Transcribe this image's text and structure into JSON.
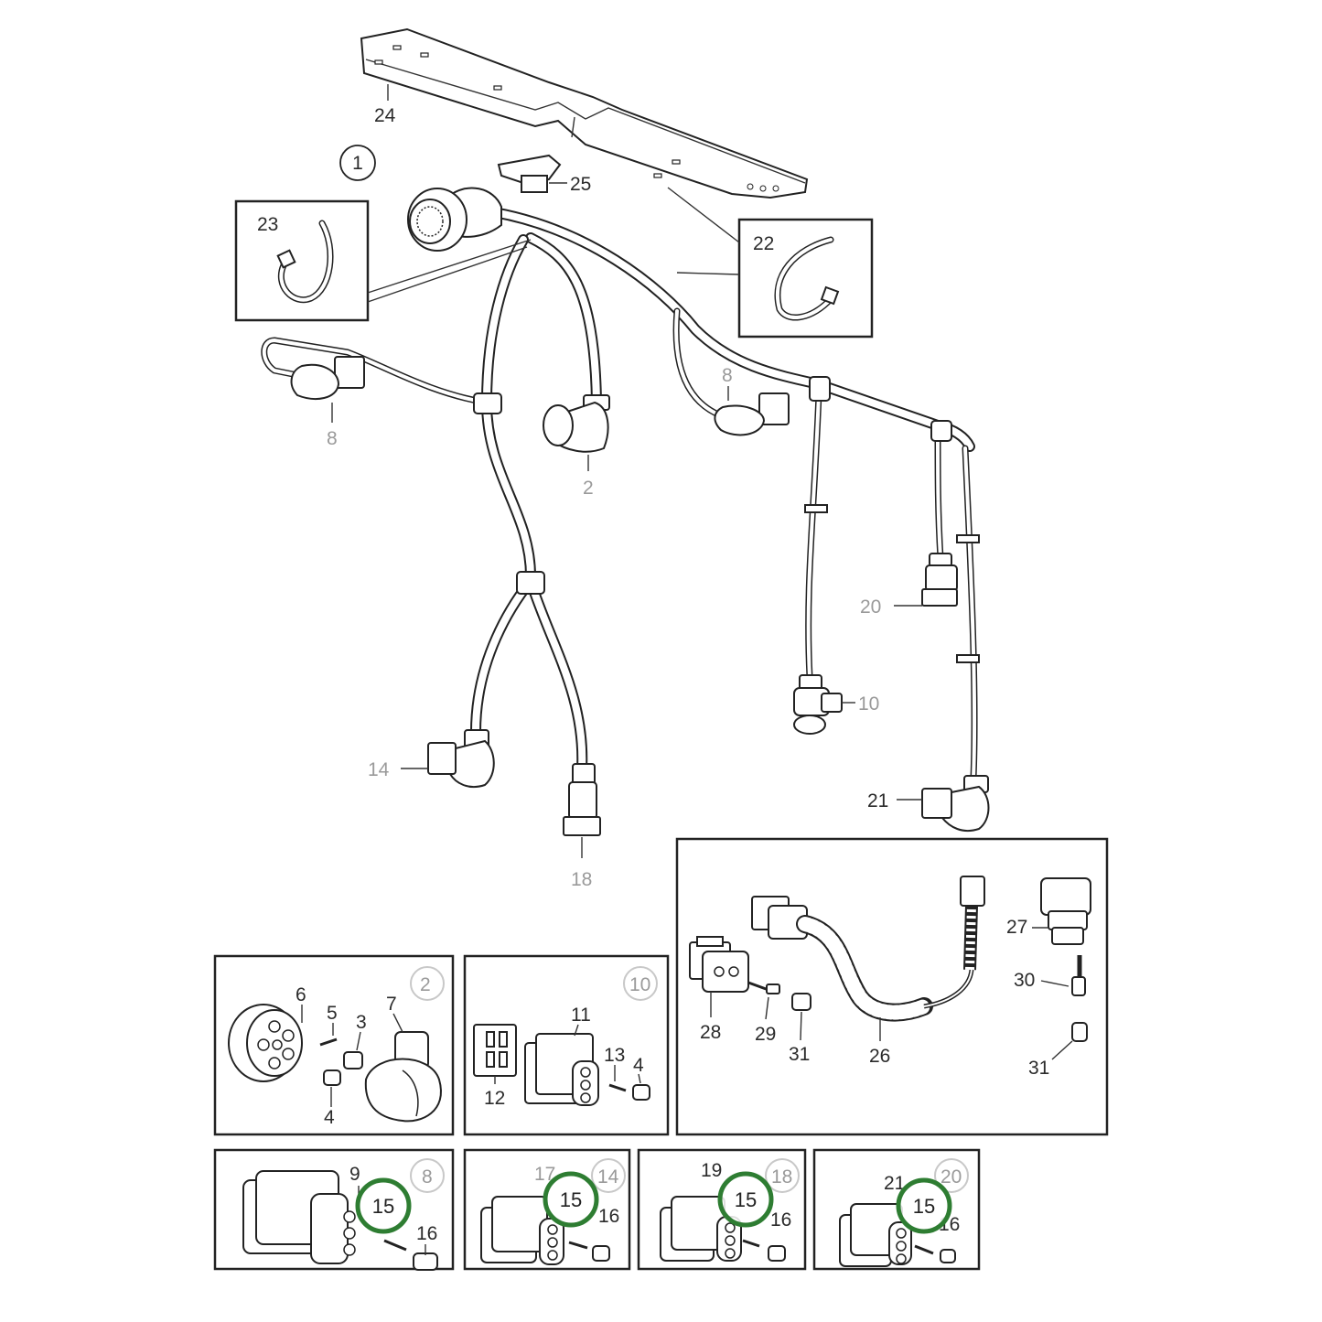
{
  "callout": {
    "label": "1"
  },
  "labels": {
    "l24": "24",
    "l25": "25",
    "l23": "23",
    "l22": "22",
    "l8a": "8",
    "l8b": "8",
    "l2": "2",
    "l20": "20",
    "l10": "10",
    "l14": "14",
    "l21": "21",
    "l18": "18"
  },
  "details": {
    "d2": {
      "ref": "2",
      "n6": "6",
      "n5": "5",
      "n3": "3",
      "n7": "7",
      "n4": "4"
    },
    "d10": {
      "ref": "10",
      "n11": "11",
      "n12": "12",
      "n13": "13",
      "n4": "4"
    },
    "dlarge": {
      "n27": "27",
      "n30": "30",
      "n31a": "31",
      "n31b": "31",
      "n28": "28",
      "n29": "29",
      "n26": "26"
    },
    "d8": {
      "ref": "8",
      "n9": "9",
      "n16": "16"
    },
    "d14": {
      "ref": "14",
      "n17": "17",
      "n16": "16"
    },
    "d18": {
      "ref": "18",
      "n19": "19",
      "n16": "16"
    },
    "d20": {
      "ref": "20",
      "n21": "21",
      "n16": "16"
    }
  },
  "highlights": [
    "15",
    "15",
    "15",
    "15"
  ],
  "colors": {
    "highlight": "#2e7d32",
    "line": "#222222",
    "ghost": "#c8c8c8"
  }
}
